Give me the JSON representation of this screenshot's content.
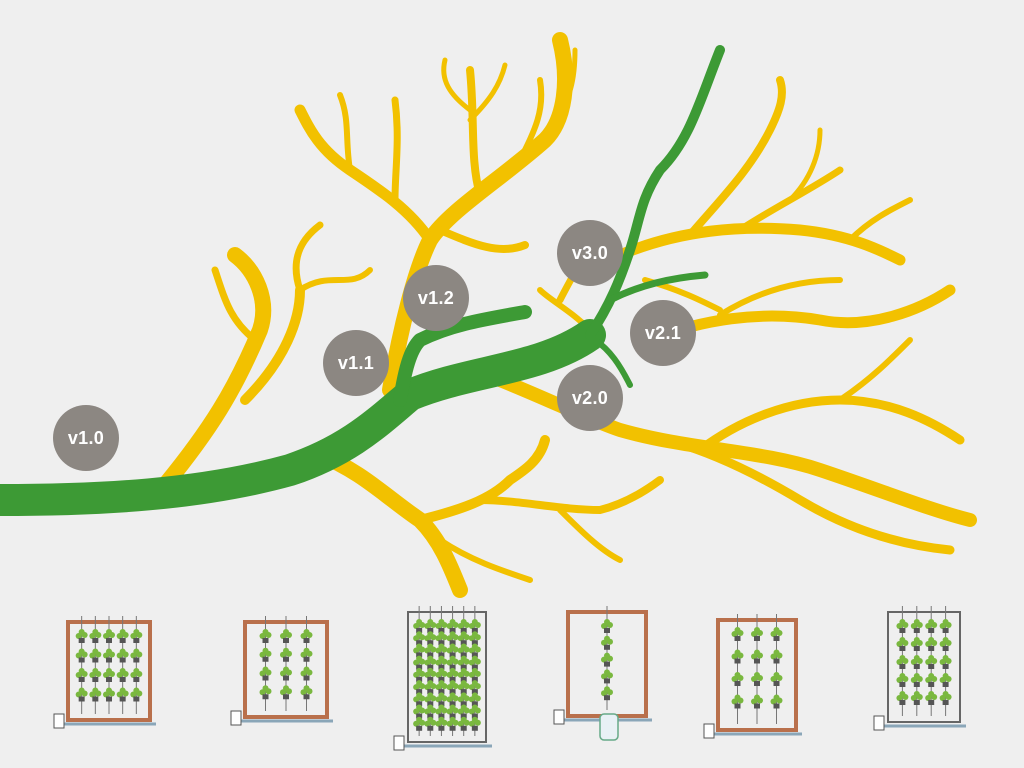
{
  "versions": [
    "v1.0",
    "v1.1",
    "v1.2",
    "v2.0",
    "v2.1",
    "v3.0"
  ],
  "colors": {
    "background": "#efefef",
    "trunk": "#3d9a35",
    "branches": "#f2c100",
    "badge": "#8c8782",
    "badge_text": "#ffffff",
    "frame": "#b9704c",
    "plant": "#7ab83f",
    "pipe": "#8aa6b8"
  },
  "icons": [
    "planter-wall-v1-icon",
    "planter-rail-v2-icon",
    "planter-grid-v3-icon",
    "planter-tower-v4-icon",
    "planter-hanging-v5-icon",
    "planter-columns-v6-icon"
  ]
}
